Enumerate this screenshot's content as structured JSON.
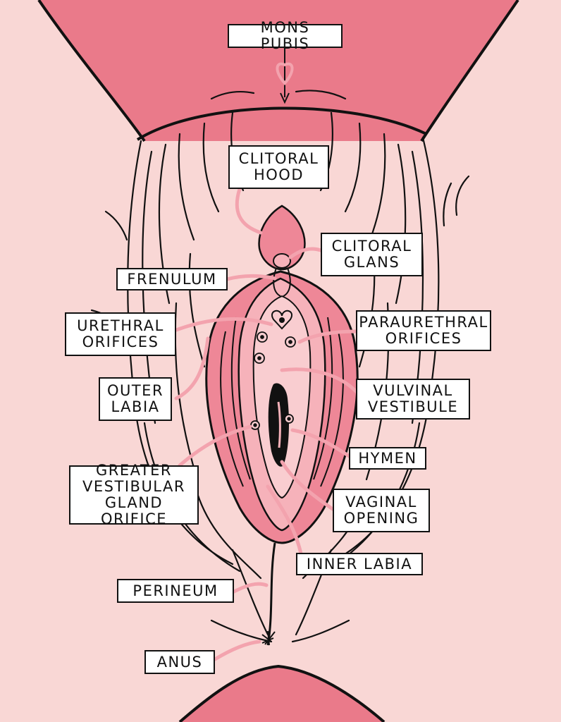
{
  "labels": {
    "mons_pubis": "MONS PUBIS",
    "clitoral_hood": "CLITORAL\nHOOD",
    "clitoral_glans": "CLITORAL\nGLANS",
    "frenulum": "FRENULUM",
    "urethral_orifices": "URETHRAL\nORIFICES",
    "paraurethral_orifices": "PARAURETHRAL\nORIFICES",
    "outer_labia": "OUTER\nLABIA",
    "vulvinal_vestibule": "VULVINAL\nVESTIBULE",
    "hymen": "HYMEN",
    "greater_vestibular_gland_orifice": "GREATER\nVESTIBULAR\nGLAND ORIFICE",
    "vaginal_opening": "VAGINAL\nOPENING",
    "inner_labia": "INNER LABIA",
    "perineum": "PERINEUM",
    "anus": "ANUS"
  },
  "colors": {
    "background": "#f9d7d5",
    "skin_dark": "#ea7a8a",
    "labia": "#ee8797",
    "inner": "#f6b2ba",
    "vestibule": "#f9cdd0",
    "arrow": "#f3a3ae",
    "ink": "#111111"
  }
}
